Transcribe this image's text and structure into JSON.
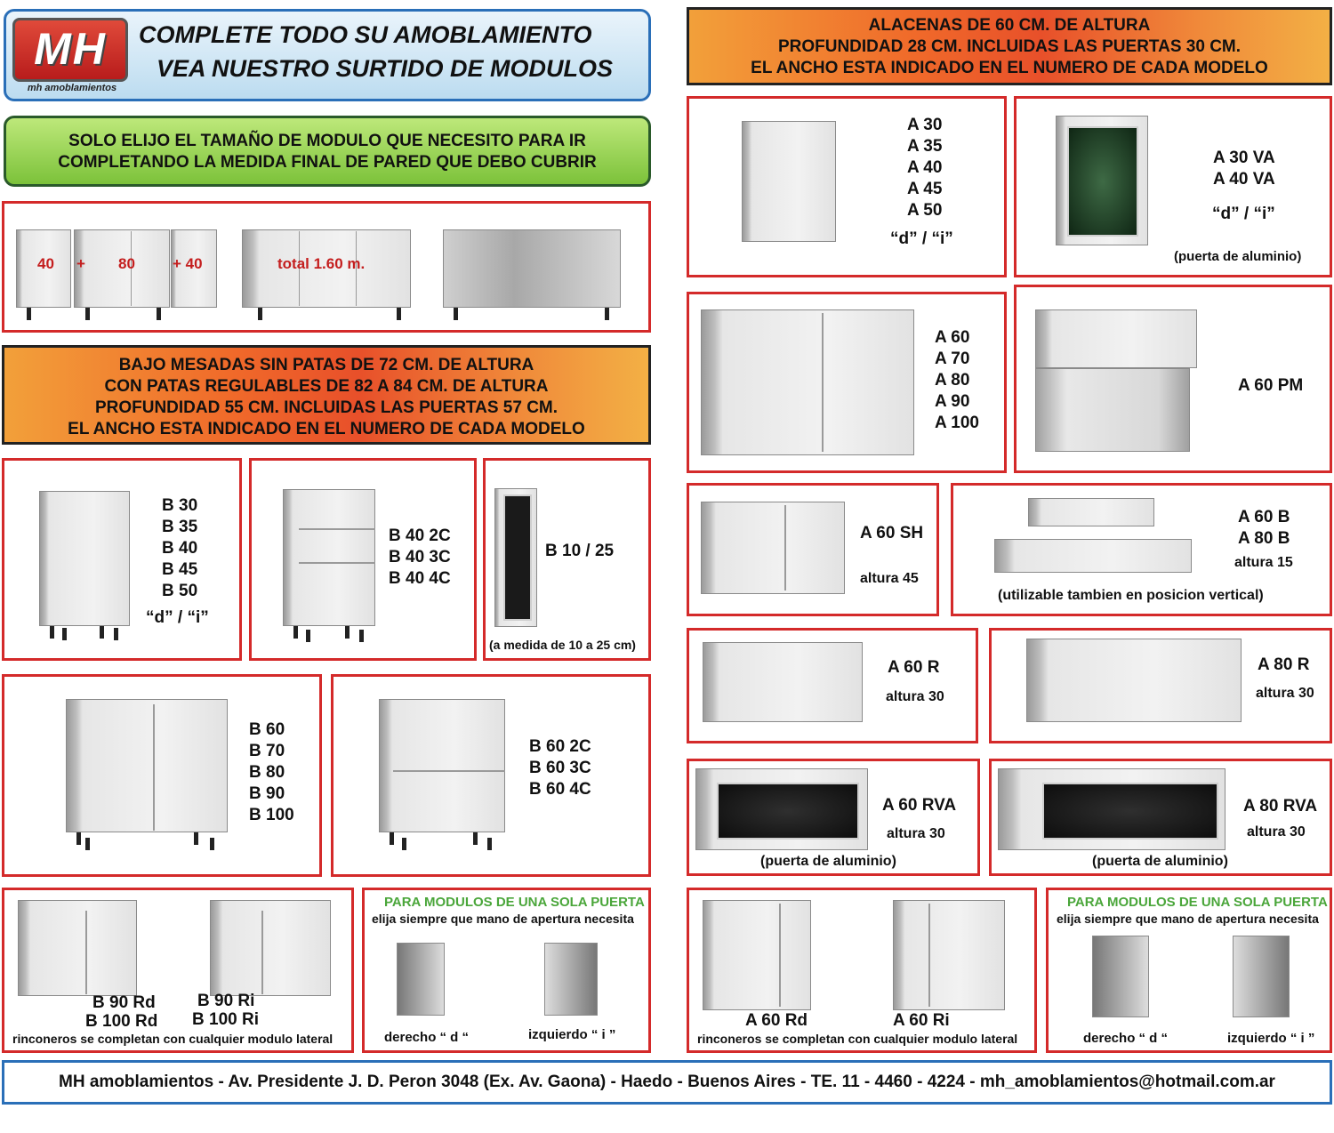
{
  "brand": {
    "logo_text": "MH",
    "logo_sub": "mh amoblamientos",
    "title_line1": "COMPLETE TODO SU AMOBLAMIENTO",
    "title_line2": "VEA NUESTRO SURTIDO DE MODULOS"
  },
  "intro": {
    "line1": "SOLO ELIJO EL TAMAÑO DE MODULO QUE NECESITO PARA IR",
    "line2": "COMPLETANDO LA MEDIDA FINAL DE PARED QUE DEBO CUBRIR"
  },
  "example": {
    "m1": "40",
    "plus1": "+",
    "m2": "80",
    "plus2": "+ 40",
    "total": "total 1.60 m."
  },
  "bajo": {
    "line1": "BAJO MESADAS SIN PATAS DE 72 CM. DE ALTURA",
    "line2": "CON PATAS REGULABLES DE 82 A 84 CM. DE ALTURA",
    "line3": "PROFUNDIDAD 55 CM. INCLUIDAS LAS PUERTAS 57 CM.",
    "line4": "EL ANCHO ESTA INDICADO EN EL NUMERO DE CADA MODELO"
  },
  "alacenas": {
    "line1": "ALACENAS DE 60 CM. DE ALTURA",
    "line2": "PROFUNDIDAD 28 CM. INCLUIDAS LAS PUERTAS 30 CM.",
    "line3": "EL ANCHO ESTA INDICADO EN EL NUMERO DE CADA MODELO"
  },
  "b_single": {
    "models": [
      "B 30",
      "B 35",
      "B 40",
      "B 45",
      "B 50"
    ],
    "hand": "“d” / “i”"
  },
  "b_drawers40": {
    "models": [
      "B 40 2C",
      "B 40 3C",
      "B 40 4C"
    ]
  },
  "b_narrow": {
    "model": "B 10 / 25",
    "note": "(a medida de 10 a 25 cm)"
  },
  "b_double": {
    "models": [
      "B 60",
      "B 70",
      "B 80",
      "B 90",
      "B 100"
    ]
  },
  "b_drawers60": {
    "models": [
      "B 60 2C",
      "B 60 3C",
      "B 60 4C"
    ]
  },
  "b_corner": {
    "rd1": "B 90 Rd",
    "rd2": "B 100 Rd",
    "ri1": "B 90 Ri",
    "ri2": "B 100 Ri",
    "note": "rinconeros se completan con cualquier modulo lateral"
  },
  "hand_bottom": {
    "title": "PARA MODULOS DE UNA SOLA PUERTA",
    "sub": "elija siempre que mano de apertura necesita",
    "right": "derecho “ d “",
    "left": "izquierdo “ i ”"
  },
  "a_single": {
    "models": [
      "A 30",
      "A 35",
      "A 40",
      "A 45",
      "A 50"
    ],
    "hand": "“d” / “i”"
  },
  "a_va": {
    "models": [
      "A 30 VA",
      "A 40 VA"
    ],
    "hand": "“d” / “i”",
    "note": "(puerta de aluminio)"
  },
  "a_double": {
    "models": [
      "A 60",
      "A 70",
      "A 80",
      "A 90",
      "A 100"
    ]
  },
  "a_pm": {
    "model": "A 60 PM"
  },
  "a_sh": {
    "model": "A 60 SH",
    "height": "altura 45"
  },
  "a_b": {
    "model1": "A 60 B",
    "model2": "A 80 B",
    "height": "altura 15",
    "note": "(utilizable tambien en posicion vertical)"
  },
  "a_60r": {
    "model": "A 60 R",
    "height": "altura 30"
  },
  "a_80r": {
    "model": "A 80 R",
    "height": "altura 30"
  },
  "a_60rva": {
    "model": "A 60 RVA",
    "height": "altura 30",
    "note": "(puerta de aluminio)"
  },
  "a_80rva": {
    "model": "A 80 RVA",
    "height": "altura 30",
    "note": "(puerta de aluminio)"
  },
  "a_corner": {
    "rd": "A 60 Rd",
    "ri": "A 60 Ri",
    "note": "rinconeros se completan con cualquier modulo lateral"
  },
  "hand_top": {
    "title": "PARA MODULOS DE UNA SOLA PUERTA",
    "sub": "elija siempre que mano de apertura necesita",
    "right": "derecho “ d “",
    "left": "izquierdo “ i ”"
  },
  "footer": {
    "text": "MH amoblamientos - Av. Presidente J. D. Peron 3048 (Ex. Av. Gaona) - Haedo - Buenos Aires - TE. 11 - 4460 - 4224 - mh_amoblamientos@hotmail.com.ar"
  }
}
